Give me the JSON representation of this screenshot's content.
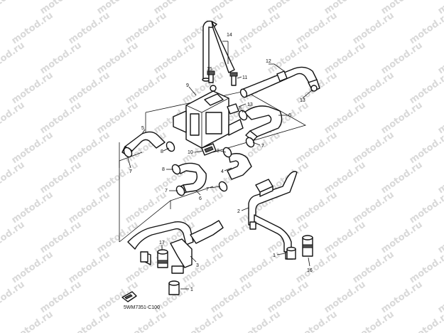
{
  "watermark": "motod.ru",
  "diagram_code": "5WM7351-C100",
  "callouts": {
    "c1a": "1",
    "c1b": "1",
    "c2": "2",
    "c3": "3",
    "c4": "4",
    "c5": "5",
    "c6a": "6",
    "c6b": "6",
    "c7a": "7",
    "c7b": "7",
    "c7c": "7",
    "c7d": "7",
    "c8a": "8",
    "c8b": "8",
    "c8c": "8",
    "c8d": "8",
    "c9": "9",
    "c10": "10",
    "c11": "11",
    "c12": "12",
    "c13a": "13",
    "c13b": "13",
    "c14": "14",
    "c15": "15",
    "c16": "16",
    "c17": "17"
  }
}
